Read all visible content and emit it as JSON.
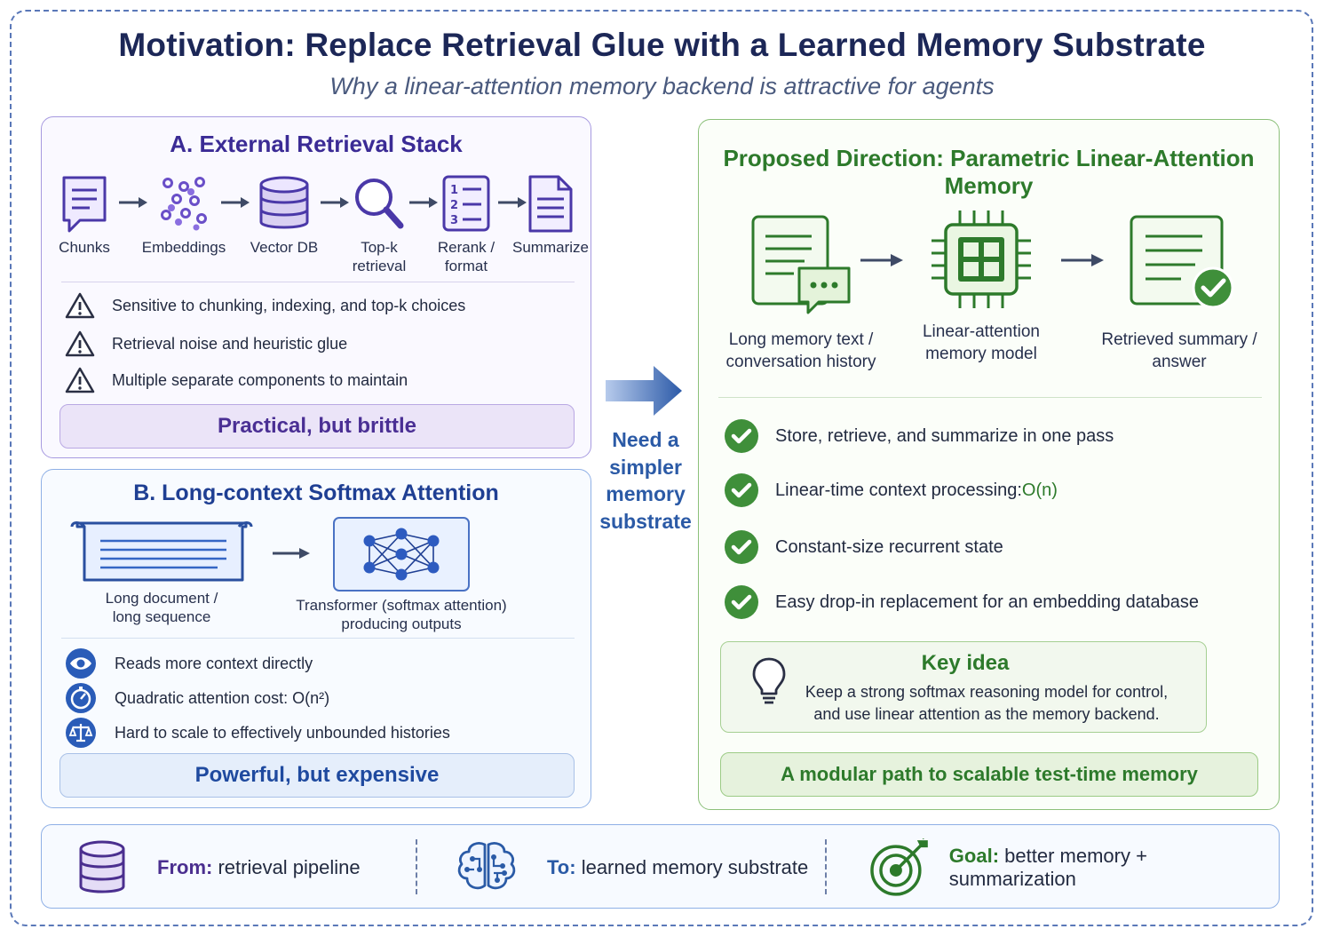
{
  "title": "Motivation: Replace Retrieval Glue with a Learned Memory Substrate",
  "subtitle": "Why a linear-attention memory backend is attractive for agents",
  "panel_a": {
    "title": "A. External Retrieval Stack",
    "steps": [
      {
        "label": "Chunks",
        "icon": "document-icon"
      },
      {
        "label": "Embeddings",
        "icon": "dots-cluster-icon"
      },
      {
        "label": "Vector DB",
        "icon": "database-icon"
      },
      {
        "label": "Top-k\nretrieval",
        "icon": "magnifier-icon"
      },
      {
        "label": "Rerank /\nformat",
        "icon": "numbered-list-icon"
      },
      {
        "label": "Summarize",
        "icon": "page-icon"
      }
    ],
    "bullets": [
      "Sensitive to chunking, indexing, and top-k choices",
      "Retrieval noise and heuristic glue",
      "Multiple separate components to maintain"
    ],
    "banner": "Practical, but brittle"
  },
  "panel_b": {
    "title": "B. Long-context Softmax Attention",
    "steps": [
      {
        "label": "Long document /\nlong sequence",
        "icon": "scroll-icon"
      },
      {
        "label": "Transformer (softmax attention)\nproducing outputs",
        "icon": "neural-network-icon"
      }
    ],
    "bullets": [
      {
        "text": "Reads more context directly",
        "icon": "eye-icon"
      },
      {
        "text": "Quadratic attention cost: O(n²)",
        "icon": "gauge-icon"
      },
      {
        "text": "Hard to scale to effectively unbounded histories",
        "icon": "balance-icon"
      }
    ],
    "banner": "Powerful, but expensive"
  },
  "middle": {
    "lines": [
      "Need a",
      "simpler",
      "memory",
      "substrate"
    ]
  },
  "panel_c": {
    "title": "Proposed Direction: Parametric Linear-Attention Memory",
    "steps": [
      {
        "label": "Long memory text /\nconversation history",
        "icon": "chat-document-icon"
      },
      {
        "label": "Linear-attention\nmemory model",
        "icon": "chip-icon"
      },
      {
        "label": "Retrieved summary /\nanswer",
        "icon": "checked-document-icon"
      }
    ],
    "bullets": [
      {
        "text": "Store, retrieve, and summarize in one pass",
        "suffix": ""
      },
      {
        "text": "Linear-time context processing: ",
        "suffix": "O(n)"
      },
      {
        "text": "Constant-size recurrent state",
        "suffix": ""
      },
      {
        "text": "Easy drop-in replacement for an embedding database",
        "suffix": ""
      }
    ],
    "key_idea": {
      "title": "Key idea",
      "body": "Keep a strong softmax reasoning model for control,\nand use linear attention as the memory backend."
    },
    "banner": "A modular path to scalable test-time memory"
  },
  "bottom": {
    "from": {
      "label": "From:",
      "text": " retrieval pipeline"
    },
    "to": {
      "label": "To:",
      "text": " learned memory substrate"
    },
    "goal": {
      "label": "Goal:",
      "text": " better memory + summarization"
    }
  },
  "colors": {
    "purple": "#3b2b95",
    "blue": "#1f3f93",
    "green": "#2d7a2b",
    "check_green": "#3f8f3a"
  }
}
